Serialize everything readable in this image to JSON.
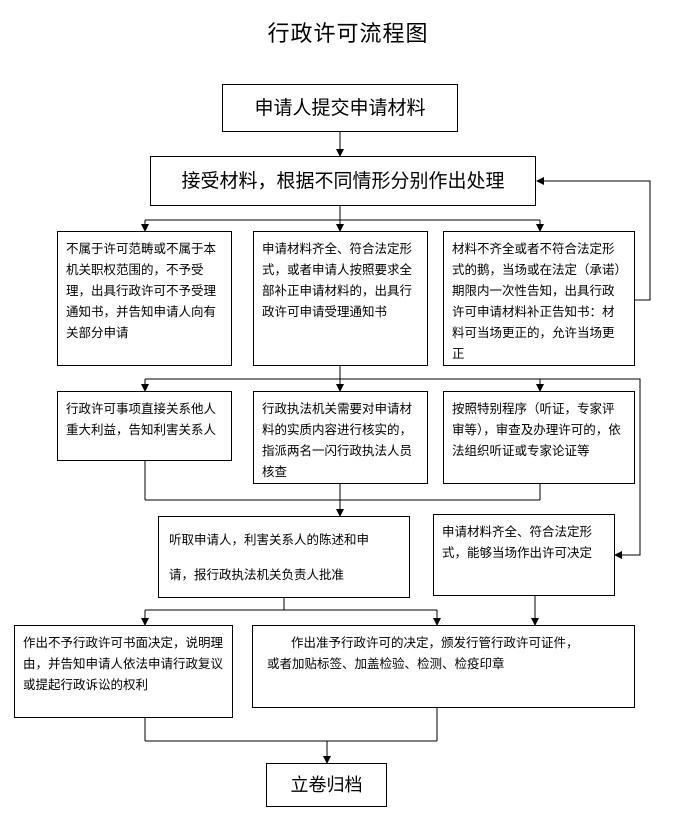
{
  "title": "行政许可流程图",
  "nodes": {
    "n1": "申请人提交申请材料",
    "n2": "接受材料，根据不同情形分别作出处理",
    "b_left": "不属于许可范畴或不属于本机关职权范围的，不予受理，出具行政许可不予受理通知书，并告知申请人向有关部分申请",
    "b_mid": "申请材料齐全、符合法定形式，或者申请人按照要求全部补正申请材料的，出具行政许可申请受理通知书",
    "b_right": "材料不齐全或者不符合法定形式的鹅，当场或在法定（承诺）期限内一次性告知，出具行政许可申请材料补正告知书：材料可当场更正的，允许当场更正",
    "c_left": "行政许可事项直接关系他人重大利益，告知利害关系人",
    "c_mid": "行政执法机关需要对申请材料的实质内容进行核实的，指派两名一闪行政执法人员核查",
    "c_right": "按照特别程序（听证，专家评审等），审查及办理许可的，依法组织听证或专家论证等",
    "d_left_line1": "听取申请人，利害关系人的陈述和申",
    "d_left_line2": "请，报行政执法机关负责人批准",
    "d_right": "申请材料齐全、符合法定形式，能够当场作出许可决定",
    "e_left": "作出不予行政许可书面决定，说明理由，并告知申请人依法申请行政复议或提起行政诉讼的权利",
    "e_right_line1": "作出准予行政许可的决定，颁发行管行政许可证件，",
    "e_right_line2": "或者加贴标签、加盖检验、检测、检疫印章",
    "final": "立卷归档"
  }
}
